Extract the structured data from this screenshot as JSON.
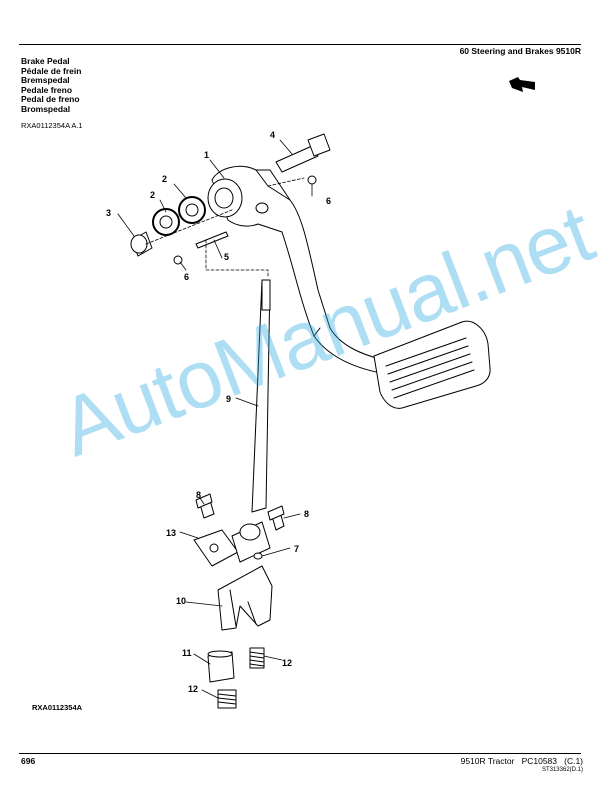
{
  "header": {
    "section_title": "60 Steering and Brakes 9510R"
  },
  "titles": [
    "Brake Pedal",
    "Pédale de frein",
    "Bremspedal",
    "Pedale freno",
    "Pedal de freno",
    "Bromspedal"
  ],
  "reference_code": "RXA0112354A A.1",
  "figure": {
    "id": "RXA0112354A",
    "callouts": [
      "1",
      "2",
      "2",
      "3",
      "4",
      "5",
      "6",
      "6",
      "7",
      "8",
      "8",
      "9",
      "10",
      "11",
      "12",
      "12",
      "13"
    ]
  },
  "watermark": "AutoManual.net",
  "footer": {
    "page_number": "696",
    "model": "9510R Tractor",
    "catalog": "PC10583",
    "revision": "(C.1)",
    "doc_code": "ST313362(D.1)"
  },
  "colors": {
    "watermark": "#29aae2",
    "ink": "#000000"
  },
  "icons": {
    "orientation_arrow": "arrow-icon"
  }
}
